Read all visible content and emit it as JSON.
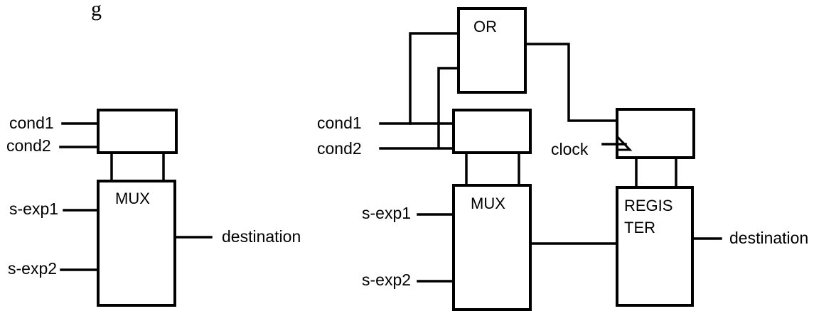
{
  "top_fragment": "g",
  "left_circuit": {
    "inputs": {
      "cond1": "cond1",
      "cond2": "cond2",
      "sexp1": "s-exp1",
      "sexp2": "s-exp2"
    },
    "mux_label": "MUX",
    "output": "destination"
  },
  "right_circuit": {
    "or_label": "OR",
    "inputs": {
      "cond1": "cond1",
      "cond2": "cond2",
      "sexp1": "s-exp1",
      "sexp2": "s-exp2"
    },
    "clock": "clock",
    "mux_label": "MUX",
    "register_label_line1": "REGIS",
    "register_label_line2": "TER",
    "output": "destination"
  }
}
